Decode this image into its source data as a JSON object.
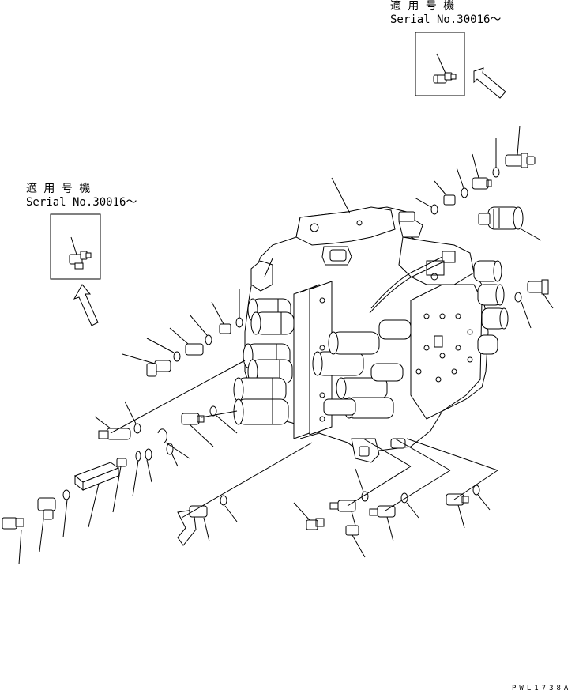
{
  "insets": [
    {
      "applicable_label": "適 用 号 機",
      "serial_label": "Serial No.30016～"
    },
    {
      "applicable_label": "適 用 号 機",
      "serial_label": "Serial No.30016～"
    }
  ],
  "drawing_code": "PWL1738A"
}
